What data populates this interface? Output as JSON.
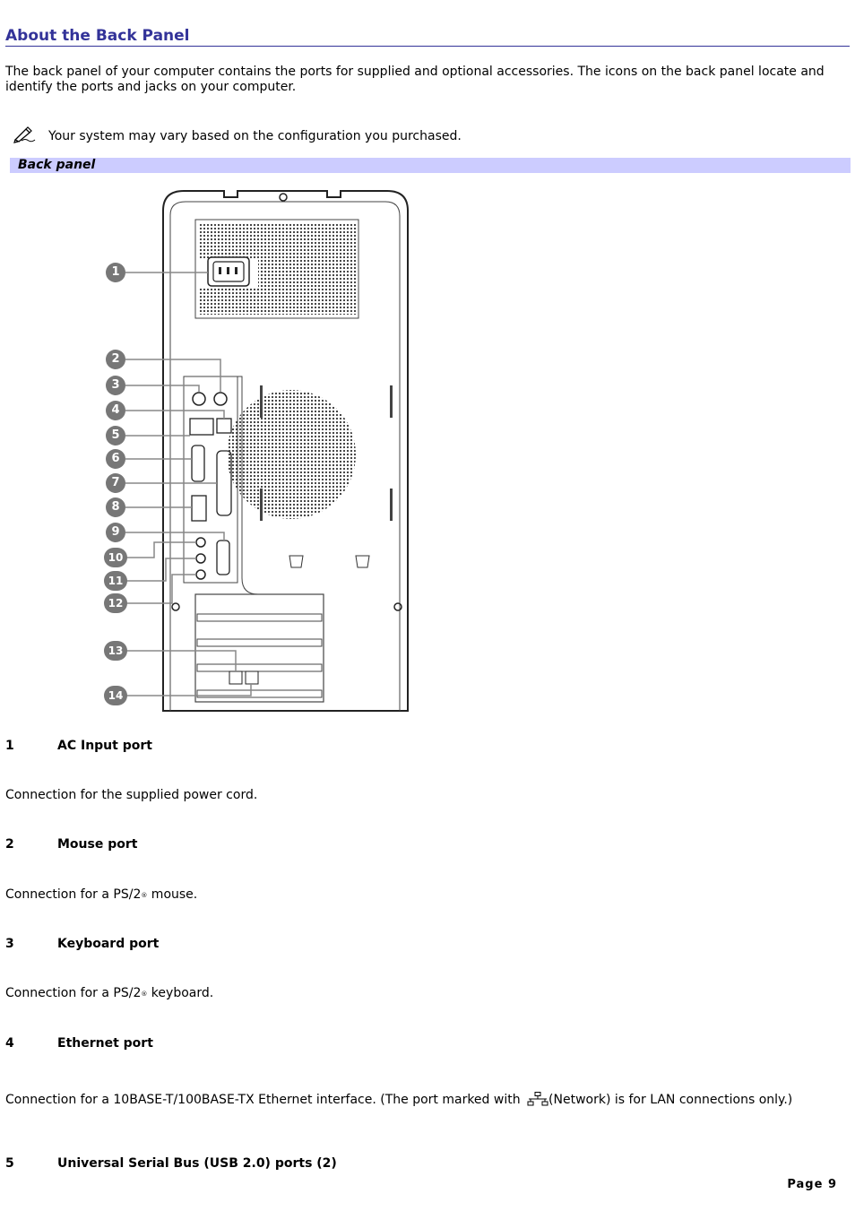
{
  "title": "About the Back Panel",
  "intro": "The back panel of your computer contains the ports for supplied and optional accessories. The icons on the back panel locate and identify the ports and jacks on your computer.",
  "note": "Your system may vary based on the configuration you purchased.",
  "banner": "Back panel",
  "figure_callouts": [
    "1",
    "2",
    "3",
    "4",
    "5",
    "6",
    "7",
    "8",
    "9",
    "10",
    "11",
    "12",
    "13",
    "14"
  ],
  "items": [
    {
      "num": "1",
      "label": "AC Input port",
      "desc": "Connection for the supplied power cord."
    },
    {
      "num": "2",
      "label": "Mouse port",
      "desc_pre": "Connection for a PS/2",
      "desc_sup": "®",
      "desc_post": " mouse."
    },
    {
      "num": "3",
      "label": "Keyboard port",
      "desc_pre": "Connection for a PS/2",
      "desc_sup": "®",
      "desc_post": " keyboard."
    },
    {
      "num": "4",
      "label": "Ethernet port",
      "desc_pre": "Connection for a 10BASE-T/100BASE-TX Ethernet interface. (The port marked with ",
      "desc_post": "(Network) is for LAN connections only.)"
    },
    {
      "num": "5",
      "label": "Universal Serial Bus (USB 2.0) ports (2)"
    }
  ],
  "footer": "Page 9"
}
